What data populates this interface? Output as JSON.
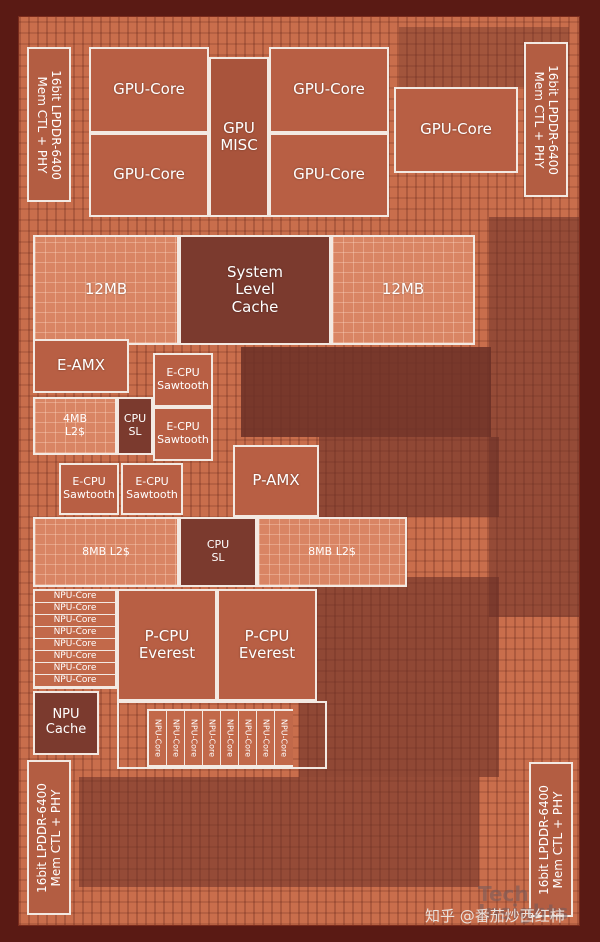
{
  "labels": {
    "gpu_core": "GPU-Core",
    "gpu_misc": "GPU\nMISC",
    "system_level_cache": "System\nLevel\nCache",
    "slc_12mb": "12MB",
    "e_amx": "E-AMX",
    "e_cpu_sawtooth": "E-CPU\nSawtooth",
    "l2_4mb": "4MB\nL2$",
    "cpu_sl": "CPU\nSL",
    "p_amx": "P-AMX",
    "l2_8mb": "8MB L2$",
    "npu_core": "NPU-Core",
    "p_cpu_everest": "P-CPU\nEverest",
    "npu_cache": "NPU\nCache",
    "mem_ctl_top_left": "16bit LPDDR-6400\nMem CTL + PHY",
    "mem_ctl_top_right": "16bit LPDDR-6400\nMem CTL + PHY",
    "mem_ctl_bottom_left": "16bit LPDDR-6400\nMem CTL + PHY",
    "mem_ctl_bottom_right": "16bit LPDDR-6400\nMem CTL + PHY"
  },
  "watermark": {
    "zhihu": "知乎 @番茄炒西红柿",
    "techinsights": "Tech\nInsights"
  },
  "colors": {
    "outline": "#f3e9e2",
    "die": "#c96e4c"
  }
}
